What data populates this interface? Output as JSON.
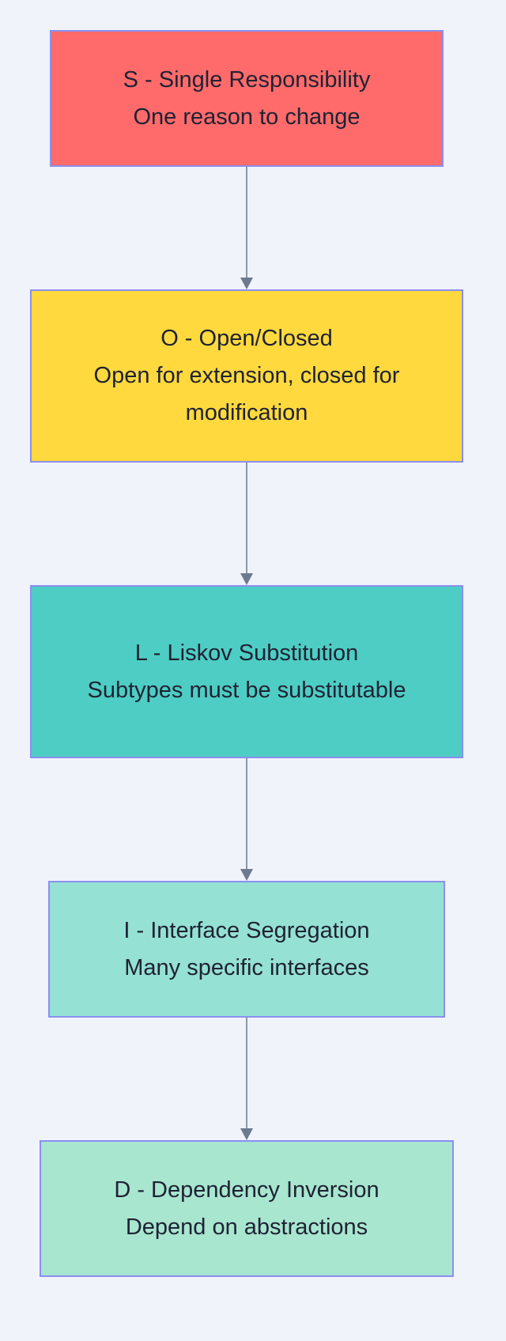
{
  "diagram": {
    "colors": {
      "background": "#f0f3fa",
      "edge": "#6b7a8f",
      "node_border": "#8a8ff0",
      "text": "#1f2233"
    },
    "nodes": [
      {
        "id": "s",
        "title": "S - Single Responsibility",
        "description": "One reason to change",
        "color": "#ff6b6b"
      },
      {
        "id": "o",
        "title": "O - Open/Closed",
        "description": "Open for extension, closed for modification",
        "color": "#ffd93d"
      },
      {
        "id": "l",
        "title": "L - Liskov Substitution",
        "description": "Subtypes must be substitutable",
        "color": "#4ecdc4"
      },
      {
        "id": "i",
        "title": "I - Interface Segregation",
        "description": "Many specific interfaces",
        "color": "#95e1d3"
      },
      {
        "id": "d",
        "title": "D - Dependency Inversion",
        "description": "Depend on abstractions",
        "color": "#a8e6cf"
      }
    ],
    "edges": [
      {
        "from": "s",
        "to": "o"
      },
      {
        "from": "o",
        "to": "l"
      },
      {
        "from": "l",
        "to": "i"
      },
      {
        "from": "i",
        "to": "d"
      }
    ]
  }
}
